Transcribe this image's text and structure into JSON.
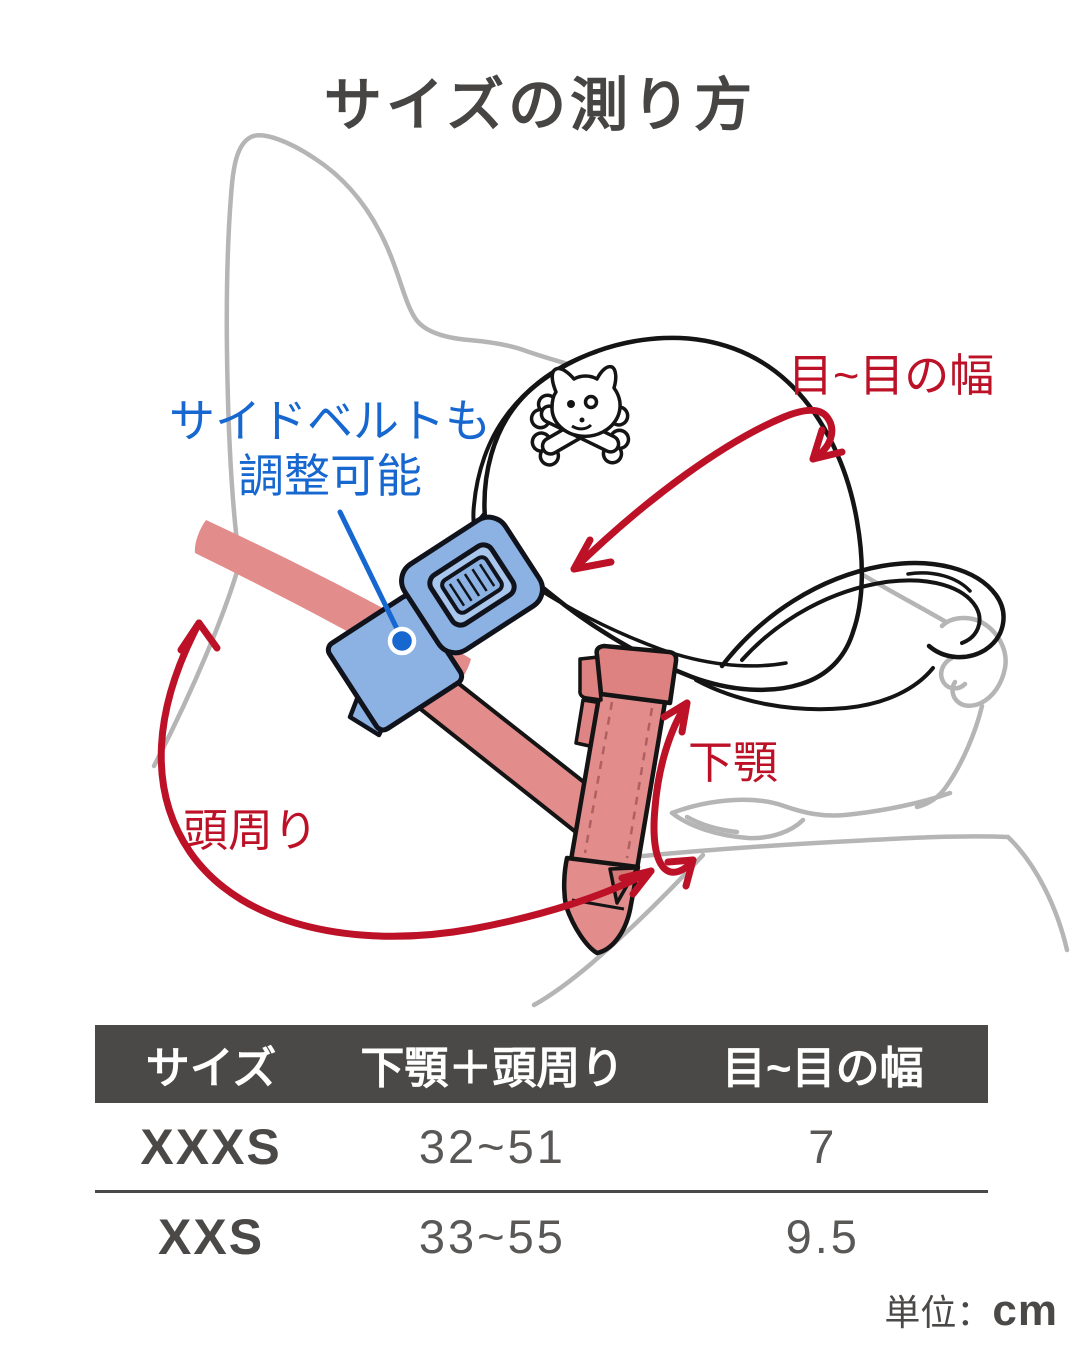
{
  "title": "サイズの測り方",
  "annotations": {
    "side_belt": {
      "line1": "サイドベルトも",
      "line2": "調整可能",
      "color": "#1667d0"
    },
    "eye_width": {
      "label": "目~目の幅",
      "color": "#bd1127"
    },
    "lower_jaw": {
      "label": "下顎",
      "color": "#bd1127"
    },
    "head_circumference": {
      "label": "頭周り",
      "color": "#bd1127"
    }
  },
  "illustration": {
    "parts": [
      "dog-head-outline",
      "goggles",
      "skull-emblem",
      "pink-head-strap",
      "blue-side-belt",
      "belt-buckle",
      "belt-keeper",
      "pink-chin-strap"
    ],
    "colors": {
      "outline_gray": "#b5b5b5",
      "ink_black": "#141414",
      "strap_pink": "#e28c8c",
      "strap_blue": "#8bb2e2",
      "arrow_red": "#bd1127",
      "leader_blue": "#1667d0"
    }
  },
  "table": {
    "headers": [
      "サイズ",
      "下顎＋頭周り",
      "目~目の幅"
    ],
    "rows": [
      [
        "XXXS",
        "32~51",
        "7"
      ],
      [
        "XXS",
        "33~55",
        "9.5"
      ]
    ],
    "header_bg": "#4a4947",
    "header_text_color": "#ffffff"
  },
  "unit_note": {
    "label": "単位：",
    "value": "cm"
  }
}
